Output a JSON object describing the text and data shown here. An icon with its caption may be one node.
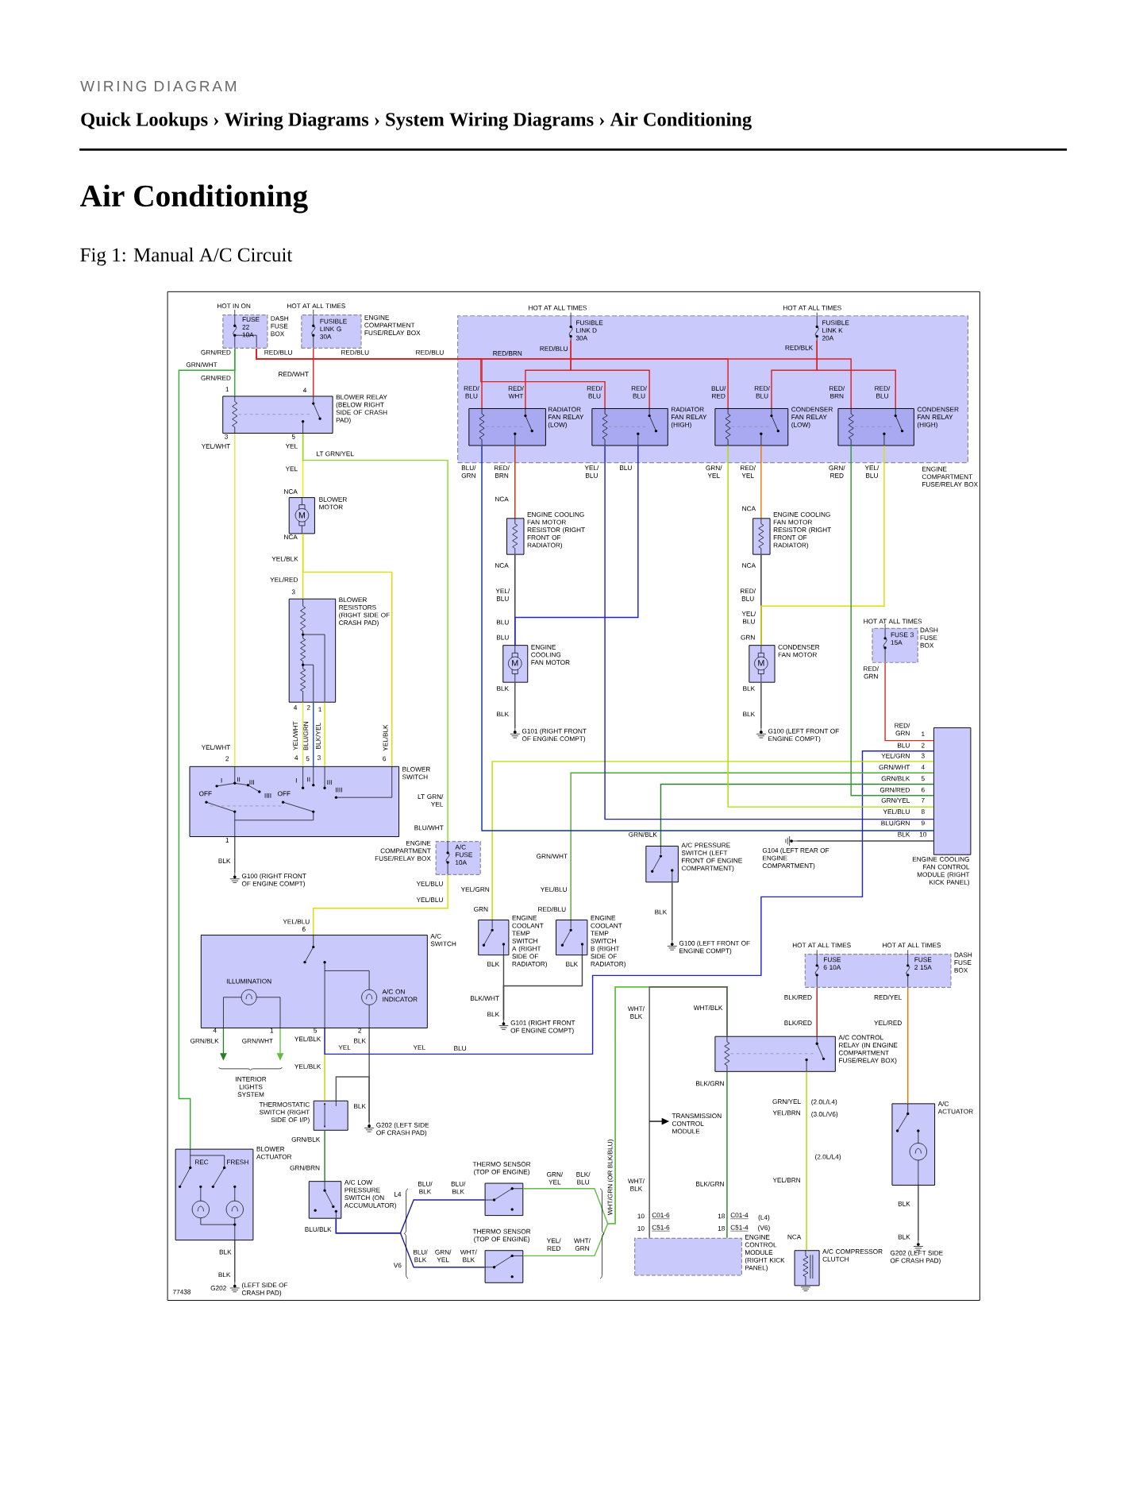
{
  "diagram": {
    "title": "Air Conditioning",
    "caption": "Fig 1: Manual A/C Circuit",
    "nodes": [
      {
        "text": [
          "FUSE 22 10A",
          "DASH FUSE BOX"
        ],
        "beside": [
          "HOT IN ON"
        ]
      },
      {
        "text": [
          "FUSIBLE LINK G 30A",
          "ENGINE COMPARTMENT FUSE/RELAY BOX"
        ],
        "beside": [
          "HOT AT ALL TIMES"
        ]
      },
      {
        "text": [
          "ENGINE COMPARTMENT FUSE/RELAY BOX"
        ]
      },
      {
        "text": [
          "FUSIBLE LINK D 30A"
        ],
        "in": 2,
        "beside": [
          "HOT AT ALL TIMES"
        ]
      },
      {
        "text": [
          "FUSIBLE LINK K 20A"
        ],
        "in": 2,
        "beside": [
          "HOT AT ALL TIMES"
        ]
      },
      {
        "text": [
          "BLOWER RELAY (BELOW RIGHT SIDE OF CRASH PAD)"
        ]
      },
      {
        "text": [
          "RADIATOR FAN RELAY (LOW)"
        ],
        "in": 2
      },
      {
        "text": [
          "RADIATOR FAN RELAY (HIGH)"
        ],
        "in": 2
      },
      {
        "text": [
          "CONDENSER FAN RELAY (LOW)"
        ],
        "in": 2
      },
      {
        "text": [
          "CONDENSER FAN RELAY (HIGH)"
        ],
        "in": 2
      },
      {
        "text": [
          "BLOWER MOTOR"
        ]
      },
      {
        "text": [
          "ENGINE COOLING FAN MOTOR RESISTOR (RIGHT FRONT OF RADIATOR)"
        ]
      },
      {
        "text": [
          "ENGINE COOLING FAN MOTOR RESISTOR (RIGHT FRONT OF RADIATOR)"
        ]
      },
      {
        "text": [
          "BLOWER RESISTORS (RIGHT SIDE OF CRASH PAD)"
        ]
      },
      {
        "text": [
          "ENGINE COOLING FAN MOTOR"
        ]
      },
      {
        "text": [
          "CONDENSER FAN MOTOR"
        ]
      },
      {
        "text": [
          "FUSE 3 15A",
          "DASH FUSE BOX"
        ],
        "beside": [
          "HOT AT ALL TIMES"
        ]
      },
      {
        "text": [
          "G101 (RIGHT FRONT OF ENGINE COMPT)"
        ]
      },
      {
        "text": [
          "G100 (LEFT FRONT OF ENGINE COMPT)"
        ]
      },
      {
        "text": [
          "ENGINE COOLING FAN CONTROL MODULE (RIGHT KICK PANEL)"
        ]
      },
      {
        "text": [
          "BLOWER SWITCH"
        ]
      },
      {
        "text": [
          "G100 (RIGHT FRONT OF ENGINE COMPT)"
        ]
      },
      {
        "text": [
          "ENGINE COMPARTMENT FUSE/RELAY BOX",
          "A/C FUSE 10A"
        ]
      },
      {
        "text": [
          "A/C PRESSURE SWITCH (LEFT FRONT OF ENGINE COMPARTMENT)"
        ]
      },
      {
        "text": [
          "G104 (LEFT REAR OF ENGINE COMPARTMENT)"
        ]
      },
      {
        "text": [
          "ENGINE COOLANT TEMP SWITCH A (RIGHT SIDE OF RADIATOR)"
        ]
      },
      {
        "text": [
          "ENGINE COOLANT TEMP SWITCH B (RIGHT SIDE OF RADIATOR)"
        ]
      },
      {
        "text": [
          "G100 (LEFT FRONT OF ENGINE COMPT)"
        ]
      },
      {
        "text": [
          "A/C SWITCH"
        ]
      },
      {
        "text": [
          "G101 (RIGHT FRONT OF ENGINE COMPT)"
        ]
      },
      {
        "text": [
          "FUSE 6 10A",
          "FUSE 2 15A",
          "DASH FUSE BOX"
        ],
        "beside": [
          "HOT AT ALL TIMES",
          "HOT AT ALL TIMES"
        ]
      },
      {
        "text": [
          "A/C CONTROL RELAY (IN ENGINE COMPARTMENT FUSE/RELAY BOX)"
        ]
      },
      {
        "text": [
          "THERMOSTATIC SWITCH (RIGHT SIDE OF I/P)"
        ]
      },
      {
        "text": [
          "G202 (LEFT SIDE OF CRASH PAD)"
        ]
      },
      {
        "text": [
          "TRANSMISSION CONTROL MODULE"
        ]
      },
      {
        "text": [
          "A/C ACTUATOR"
        ]
      },
      {
        "text": [
          "BLOWER ACTUATOR"
        ]
      },
      {
        "text": [
          "A/C LOW PRESSURE SWITCH (ON ACCUMULATOR)"
        ]
      },
      {
        "text": [
          "THERMO SENSOR (TOP OF ENGINE)"
        ]
      },
      {
        "text": [
          "THERMO SENSOR (TOP OF ENGINE)"
        ]
      },
      {
        "text": [
          "ENGINE CONTROL MODULE (RIGHT KICK PANEL)"
        ]
      },
      {
        "text": [
          "A/C COMPRESSOR CLUTCH"
        ]
      },
      {
        "text": [
          "G202",
          "(LEFT SIDE OF CRASH PAD)"
        ]
      },
      {
        "text": [
          "G202 (LEFT SIDE OF CRASH PAD)"
        ]
      },
      {
        "text": [
          "INTERIOR LIGHTS SYSTEM"
        ]
      }
    ],
    "edges": [
      {
        "from": 0,
        "to": 5,
        "arrow": "none",
        "color": "#33aa33"
      },
      {
        "from": 0,
        "to": 6,
        "arrow": "none",
        "color": "#dd2222"
      },
      {
        "from": 0,
        "to": 7,
        "arrow": "none",
        "color": "#dd2222"
      },
      {
        "from": 0,
        "to": 8,
        "arrow": "none",
        "color": "#dd2222"
      },
      {
        "from": 0,
        "to": 9,
        "arrow": "none",
        "color": "#dd2222"
      },
      {
        "from": 1,
        "to": 5,
        "arrow": "none",
        "color": "#dd2222"
      },
      {
        "from": 0,
        "to": 36,
        "arrow": "none",
        "color": "#33aa33"
      },
      {
        "from": 5,
        "to": 20,
        "arrow": "none",
        "color": "#e6e64c"
      },
      {
        "from": 5,
        "to": 10,
        "arrow": "none",
        "color": "#eeee00"
      },
      {
        "from": 5,
        "to": 22,
        "arrow": "none",
        "color": "#88dd22"
      },
      {
        "from": 10,
        "to": 13,
        "arrow": "none",
        "color": "#dddd00"
      },
      {
        "from": 10,
        "to": 20,
        "arrow": "none",
        "color": "#dddd00"
      },
      {
        "from": 13,
        "to": 20,
        "arrow": "none",
        "color": "#e6e64c"
      },
      {
        "from": 13,
        "to": 20,
        "arrow": "none",
        "color": "#2255aa"
      },
      {
        "from": 13,
        "to": 20,
        "arrow": "none",
        "color": "#dddd00"
      },
      {
        "from": 20,
        "to": 21,
        "arrow": "none",
        "color": "#555555"
      },
      {
        "from": 22,
        "to": 28,
        "arrow": "none",
        "color": "#dddd00"
      },
      {
        "from": 28,
        "to": 44,
        "arrow": "to",
        "color": "#2d7d2d"
      },
      {
        "from": 28,
        "to": 44,
        "arrow": "to",
        "color": "#66bb44"
      },
      {
        "from": 28,
        "to": 32,
        "arrow": "none",
        "color": "#cccc00"
      },
      {
        "from": 28,
        "to": 33,
        "arrow": "none",
        "color": "#555555"
      },
      {
        "from": 32,
        "to": 33,
        "arrow": "none",
        "color": "#555555"
      },
      {
        "from": 28,
        "to": 19,
        "arrow": "none",
        "color": "#2222cc"
      },
      {
        "from": 32,
        "to": 37,
        "arrow": "none",
        "color": "#2d7d2d"
      },
      {
        "from": 37,
        "to": 38,
        "arrow": "none",
        "color": "#222299"
      },
      {
        "from": 37,
        "to": 39,
        "arrow": "none",
        "color": "#222299"
      },
      {
        "from": 38,
        "to": 31,
        "arrow": "none",
        "color": "#66bb44"
      },
      {
        "from": 39,
        "to": 31,
        "arrow": "none",
        "color": "#66bb44"
      },
      {
        "from": 31,
        "to": 40,
        "arrow": "none",
        "color": "#555555"
      },
      {
        "from": null,
        "to": 34,
        "arrow": "to",
        "color": "#000000"
      },
      {
        "from": 31,
        "to": 40,
        "arrow": "none",
        "color": "#2d7d2d"
      },
      {
        "from": 30,
        "to": 31,
        "arrow": "none",
        "color": "#aa2222"
      },
      {
        "from": 30,
        "to": 35,
        "arrow": "none",
        "color": "#ee7700"
      },
      {
        "from": 31,
        "to": 41,
        "arrow": "none",
        "color": "#aadd00"
      },
      {
        "from": 35,
        "to": 43,
        "arrow": "none",
        "color": "#444444"
      },
      {
        "from": 36,
        "to": 42,
        "arrow": "none",
        "color": "#444444"
      },
      {
        "from": 25,
        "to": 19,
        "arrow": "none",
        "color": "#bbdd00"
      },
      {
        "from": 26,
        "to": 19,
        "arrow": "none",
        "color": "#55aa33"
      },
      {
        "from": 25,
        "to": 29,
        "arrow": "none",
        "color": "#444444"
      },
      {
        "from": 26,
        "to": 29,
        "arrow": "none",
        "color": "#444444"
      },
      {
        "from": 23,
        "to": 19,
        "arrow": "none",
        "color": "#2d7d2d"
      },
      {
        "from": 23,
        "to": 27,
        "arrow": "none",
        "color": "#444444"
      },
      {
        "from": 24,
        "to": 19,
        "arrow": "none",
        "color": "#444444"
      },
      {
        "from": 6,
        "to": 19,
        "arrow": "none",
        "color": "#1133aa"
      },
      {
        "from": 7,
        "to": 19,
        "arrow": "none",
        "color": "#2222cc"
      },
      {
        "from": 3,
        "to": 6,
        "arrow": "none",
        "color": "#dd2222"
      },
      {
        "from": 3,
        "to": 7,
        "arrow": "none",
        "color": "#dd2222"
      },
      {
        "from": 4,
        "to": 8,
        "arrow": "none",
        "color": "#dd2222"
      },
      {
        "from": 4,
        "to": 9,
        "arrow": "none",
        "color": "#dd2222"
      },
      {
        "from": 6,
        "to": 11,
        "arrow": "none",
        "color": "#bb3311"
      },
      {
        "from": 11,
        "to": 14,
        "arrow": "none",
        "color": "#333333"
      },
      {
        "from": 7,
        "to": 14,
        "arrow": "none",
        "color": "#2222cc"
      },
      {
        "from": 14,
        "to": 17,
        "arrow": "none",
        "color": "#444444"
      },
      {
        "from": 8,
        "to": 12,
        "arrow": "none",
        "color": "#ee7700"
      },
      {
        "from": 12,
        "to": 15,
        "arrow": "none",
        "color": "#333333"
      },
      {
        "from": 9,
        "to": 15,
        "arrow": "none",
        "color": "#dddd00"
      },
      {
        "from": 15,
        "to": 18,
        "arrow": "none",
        "color": "#444444"
      },
      {
        "from": 8,
        "to": 19,
        "arrow": "none",
        "color": "#aadd00"
      },
      {
        "from": 9,
        "to": 19,
        "arrow": "none",
        "color": "#339933"
      },
      {
        "from": 16,
        "to": 19,
        "arrow": "none",
        "color": "#cc3322"
      }
    ],
    "labels": [
      "WIRING DIAGRAM",
      "Quick Lookups › Wiring Diagrams › System Wiring Diagrams › Air Conditioning",
      "GRN/RED",
      "RED/BLU",
      "RED/BLU",
      "RED/BLU",
      "RED/BRN",
      "RED/BLU",
      "RED/BLK",
      "GRN/WHT",
      "GRN/RED",
      "RED/WHT",
      "1",
      "4",
      "RED/ BLU",
      "RED/ WHT",
      "RED/ BLU",
      "RED/ BLU",
      "BLU/ RED",
      "RED/ BLU",
      "RED/ BRN",
      "RED/ BLU",
      "3",
      "5",
      "YEL/WHT",
      "YEL",
      "LT GRN/YEL",
      "YEL",
      "BLU/ GRN",
      "RED/ BRN",
      "YEL/ BLU",
      "BLU",
      "GRN/ YEL",
      "RED/ YEL",
      "GRN/ RED",
      "YEL/ BLU",
      "NCA",
      "NCA",
      "NCA",
      "M",
      "NCA",
      "YEL/BLK",
      "NCA",
      "NCA",
      "YEL/RED",
      "3",
      "YEL/ BLU",
      "RED/ BLU",
      "YEL/ BLU",
      "BLU",
      "BLU",
      "GRN",
      "M",
      "M",
      "RED/ GRN",
      "BLK",
      "BLK",
      "4",
      "2",
      "1",
      "BLK",
      "BLK",
      "YEL/WHT",
      "BLU/GRN",
      "BLK/YEL",
      "YEL/BLK",
      "RED/ GRN",
      "1",
      "YEL/WHT",
      "BLU",
      "2",
      "2",
      "4",
      "5",
      "3",
      "6",
      "YEL/GRN",
      "3",
      "GRN/WHT",
      "4",
      "I",
      "II",
      "III",
      "I",
      "II",
      "III",
      "GRN/BLK",
      "5",
      "OFF",
      "IIII",
      "OFF",
      "IIII",
      "GRN/RED",
      "6",
      "LT GRN/ YEL",
      "GRN/YEL",
      "7",
      "YEL/BLU",
      "8",
      "BLU/GRN",
      "9",
      "BLU/WHT",
      "GRN/BLK",
      "BLK",
      "10",
      "1",
      "BLK",
      "GRN/WHT",
      "YEL/BLU",
      "YEL/GRN",
      "YEL/BLU",
      "YEL/BLU",
      "GRN",
      "RED/BLU",
      "BLK",
      "YEL/BLU",
      "6",
      "BLK",
      "BLK",
      "ILLUMINATION",
      "A/C ON INDICATOR",
      "BLK/WHT",
      "BLK/RED",
      "RED/YEL",
      "BLK",
      "WHT/ BLK",
      "WHT/BLK",
      "BLK/RED",
      "YEL/RED",
      "4",
      "1",
      "5",
      "2",
      "GRN/BLK",
      "GRN/WHT",
      "YEL/BLK",
      "YEL",
      "BLK",
      "YEL",
      "BLU",
      "YEL/BLK",
      "BLK/GRN",
      "BLK",
      "GRN/YEL",
      "(2.0L/L4)",
      "YEL/BRN",
      "(3.0L/V6)",
      "GRN/BLK",
      "REC",
      "FRESH",
      "GRN/BRN",
      "(2.0L/L4)",
      "BLU/ BLK",
      "BLU/ BLK",
      "GRN/ YEL",
      "BLK/ BLU",
      "WHT/GRN (OR BLK/BLU)",
      "WHT/ BLK",
      "BLK/GRN",
      "YEL/BRN",
      "L4",
      "BLK",
      "10",
      "C01-6",
      "18",
      "C01-4",
      "(L4)",
      "BLU/BLK",
      "10",
      "C51-6",
      "18",
      "C51-4",
      "(V6)",
      "NCA",
      "BLK",
      "YEL/ RED",
      "WHT/ GRN",
      "BLK",
      "BLU/ BLK",
      "GRN/ YEL",
      "WHT/ BLK",
      "V6",
      "BLK",
      "77438"
    ]
  }
}
